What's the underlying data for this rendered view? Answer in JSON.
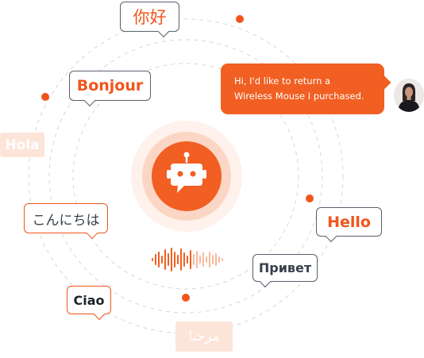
{
  "languages": {
    "chinese": "你好",
    "bonjour": "Bonjour",
    "hola": "Hola",
    "japanese": "こんにちは",
    "ciao": "Ciao",
    "arabic": "مرحبا",
    "hello": "Hello",
    "privet": "Привет"
  },
  "chat": {
    "line1": "Hi, I'd like to return a",
    "line2": "Wireless Mouse I purchased."
  },
  "icons": {
    "center": "robot-icon",
    "audio": "sound-wave-icon",
    "user": "user-avatar"
  },
  "colors": {
    "accent": "#f15f22",
    "text_dark": "#36404c",
    "faded": "#fde4d9"
  }
}
